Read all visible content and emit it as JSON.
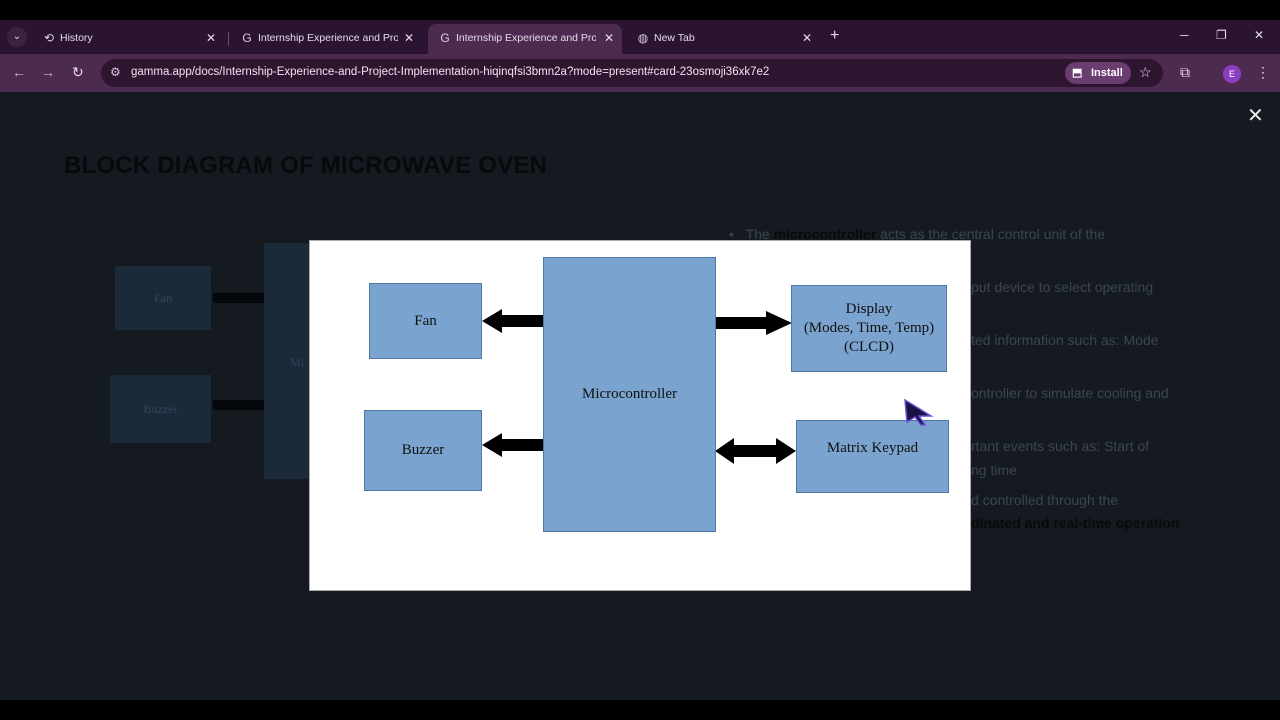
{
  "browser": {
    "tabs": [
      {
        "title": "History",
        "icon": "history-icon",
        "active": false
      },
      {
        "title": "Internship Experience and Proje",
        "icon": "gamma-icon",
        "active": false
      },
      {
        "title": "Internship Experience and Proje",
        "icon": "gamma-icon",
        "active": true
      },
      {
        "title": "New Tab",
        "icon": "globe-icon",
        "active": false
      }
    ],
    "url": "gamma.app/docs/Internship-Experience-and-Project-Implementation-hiqinqfsi3bmn2a?mode=present#card-23osmoji36xk7e2",
    "install_label": "Install",
    "profile_initial": "E",
    "accent": "#4d2b50"
  },
  "slide": {
    "title": "BLOCK DIAGRAM OF MICROWAVE OVEN",
    "bg_fan": "Fan",
    "bg_buzzer": "Buzzer",
    "bg_mc_fragment": "Mi",
    "bullets": [
      {
        "pre": "The ",
        "bold": "microcontroller",
        "post": " acts as the central control unit of the"
      },
      {
        "pre": "",
        "bold": "",
        "post": "put device to select operating"
      },
      {
        "pre": "",
        "bold": "",
        "post": "ted information such as: Mode"
      },
      {
        "pre": "",
        "bold": "",
        "post": "ontroller to simulate cooling and"
      },
      {
        "pre": "",
        "bold": "",
        "post": "rtant events such as:  Start of"
      },
      {
        "pre": "",
        "bold": "",
        "post": "ng time"
      },
      {
        "pre": "",
        "bold": "",
        "post": "d controlled through the"
      },
      {
        "pre": "",
        "bold": "dinated and real-time operation",
        "post": ""
      }
    ]
  },
  "diagram": {
    "microcontroller": "Microcontroller",
    "fan": "Fan",
    "buzzer": "Buzzer",
    "display_line1": "Display",
    "display_line2": "(Modes, Time, Temp)",
    "display_line3": "(CLCD)",
    "keypad": "Matrix Keypad",
    "block_color": "#7aa3cf"
  }
}
